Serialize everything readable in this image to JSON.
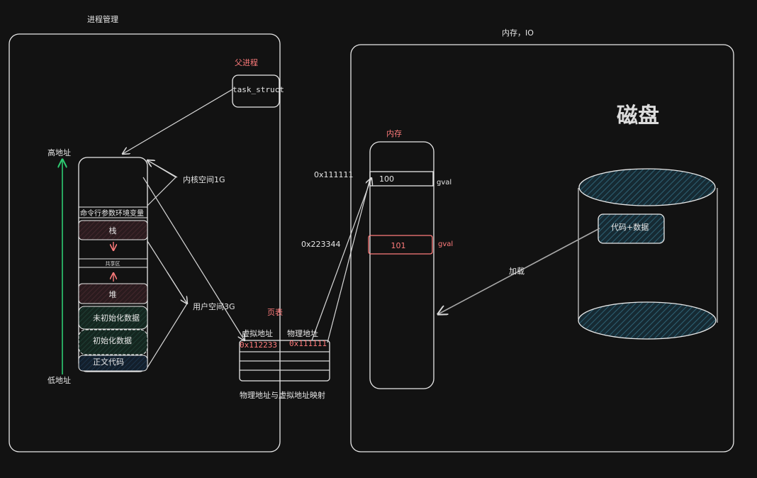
{
  "colors": {
    "background": "#121212",
    "stroke": "#e8e8e8",
    "accent_red": "#ff7b7b",
    "accent_green": "#2ecc71",
    "stack_fill": "#3a2226",
    "data_fill": "#17302a",
    "text_fill": "#16273a",
    "disk_fill": "#1c3a46"
  },
  "process": {
    "title": "进程管理",
    "parent_label": "父进程",
    "task_struct": "task_struct",
    "high_addr": "高地址",
    "low_addr": "低地址",
    "kernel_space": "内核空间1G",
    "user_space": "用户空间3G",
    "segments": {
      "env": "命令行参数环境变量",
      "stack": "栈",
      "shared": "共享区",
      "heap": "堆",
      "bss": "未初始化数据",
      "data": "初始化数据",
      "text": "正文代码"
    }
  },
  "page_table": {
    "title": "页表",
    "col_virtual": "虚拟地址",
    "col_physical": "物理地址",
    "virtual_addr": "0x112233",
    "physical_addr": "0x111111",
    "caption": "物理地址与虚拟地址映射"
  },
  "memory": {
    "section_title": "内存，IO",
    "title": "内存",
    "addr1": "0x111111",
    "value1": "100",
    "var1": "gval",
    "addr2": "0x223344",
    "value2": "101",
    "var2": "gval"
  },
  "disk": {
    "title": "磁盘",
    "content": "代码+数据",
    "load_label": "加载"
  },
  "icons": [
    "arrow-up-green-icon",
    "arrow-down-red-icon",
    "arrow-up-red-icon"
  ]
}
